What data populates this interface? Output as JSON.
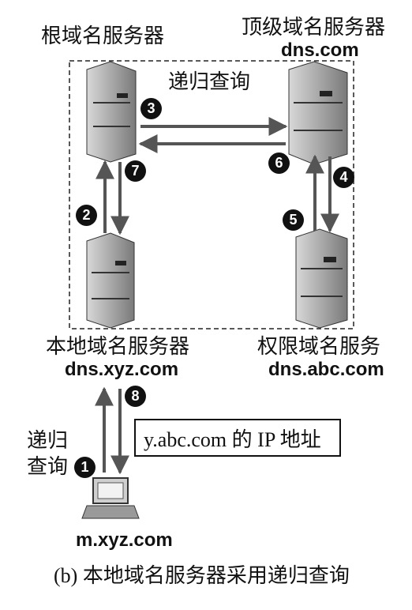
{
  "servers": {
    "root": {
      "name": "根域名服务器"
    },
    "tld": {
      "name": "顶级域名服务器",
      "host": "dns.com"
    },
    "local": {
      "name": "本地域名服务器",
      "host": "dns.xyz.com"
    },
    "auth": {
      "name": "权限域名服务",
      "host": "dns.abc.com"
    }
  },
  "region_label": "递归查询",
  "client": {
    "host": "m.xyz.com",
    "query_label_line1": "递归",
    "query_label_line2": "查询"
  },
  "answer_box": "y.abc.com 的 IP 地址",
  "steps": [
    "1",
    "2",
    "3",
    "4",
    "5",
    "6",
    "7",
    "8"
  ],
  "caption": "(b) 本地域名服务器采用递归查询"
}
